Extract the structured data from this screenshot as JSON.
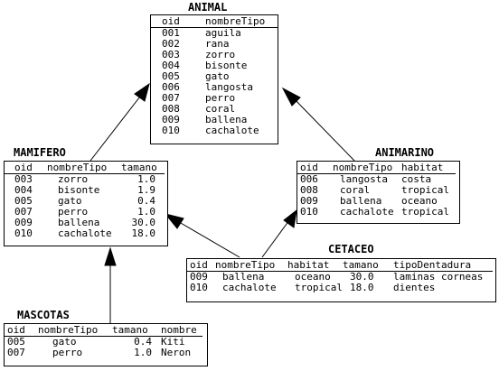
{
  "tables": {
    "animal": {
      "title": "ANIMAL",
      "columns": [
        "oid",
        "nombreTipo"
      ],
      "rows": [
        [
          "001",
          "aguila"
        ],
        [
          "002",
          "rana"
        ],
        [
          "003",
          "zorro"
        ],
        [
          "004",
          "bisonte"
        ],
        [
          "005",
          "gato"
        ],
        [
          "006",
          "langosta"
        ],
        [
          "007",
          "perro"
        ],
        [
          "008",
          "coral"
        ],
        [
          "009",
          "ballena"
        ],
        [
          "010",
          "cachalote"
        ]
      ]
    },
    "mamifero": {
      "title": "MAMIFERO",
      "columns": [
        "oid",
        "nombreTipo",
        "tamano"
      ],
      "rows": [
        [
          "003",
          "zorro",
          "1.0"
        ],
        [
          "004",
          "bisonte",
          "1.9"
        ],
        [
          "005",
          "gato",
          "0.4"
        ],
        [
          "007",
          "perro",
          "1.0"
        ],
        [
          "009",
          "ballena",
          "30.0"
        ],
        [
          "010",
          "cachalote",
          "18.0"
        ]
      ]
    },
    "animarino": {
      "title": "ANIMARINO",
      "columns": [
        "oid",
        "nombreTipo",
        "habitat"
      ],
      "rows": [
        [
          "006",
          "langosta",
          "costa"
        ],
        [
          "008",
          "coral",
          "tropical"
        ],
        [
          "009",
          "ballena",
          "oceano"
        ],
        [
          "010",
          "cachalote",
          "tropical"
        ]
      ]
    },
    "cetaceo": {
      "title": "CETACEO",
      "columns": [
        "oid",
        "nombreTipo",
        "habitat",
        "tamano",
        "tipoDentadura"
      ],
      "rows": [
        [
          "009",
          "ballena",
          "oceano",
          "30.0",
          "laminas corneas"
        ],
        [
          "010",
          "cachalote",
          "tropical",
          "18.0",
          "dientes"
        ]
      ]
    },
    "mascotas": {
      "title": "MASCOTAS",
      "columns": [
        "oid",
        "nombreTipo",
        "tamano",
        "nombre"
      ],
      "rows": [
        [
          "005",
          "gato",
          "0.4",
          "Kiti"
        ],
        [
          "007",
          "perro",
          "1.0",
          "Neron"
        ]
      ]
    }
  }
}
